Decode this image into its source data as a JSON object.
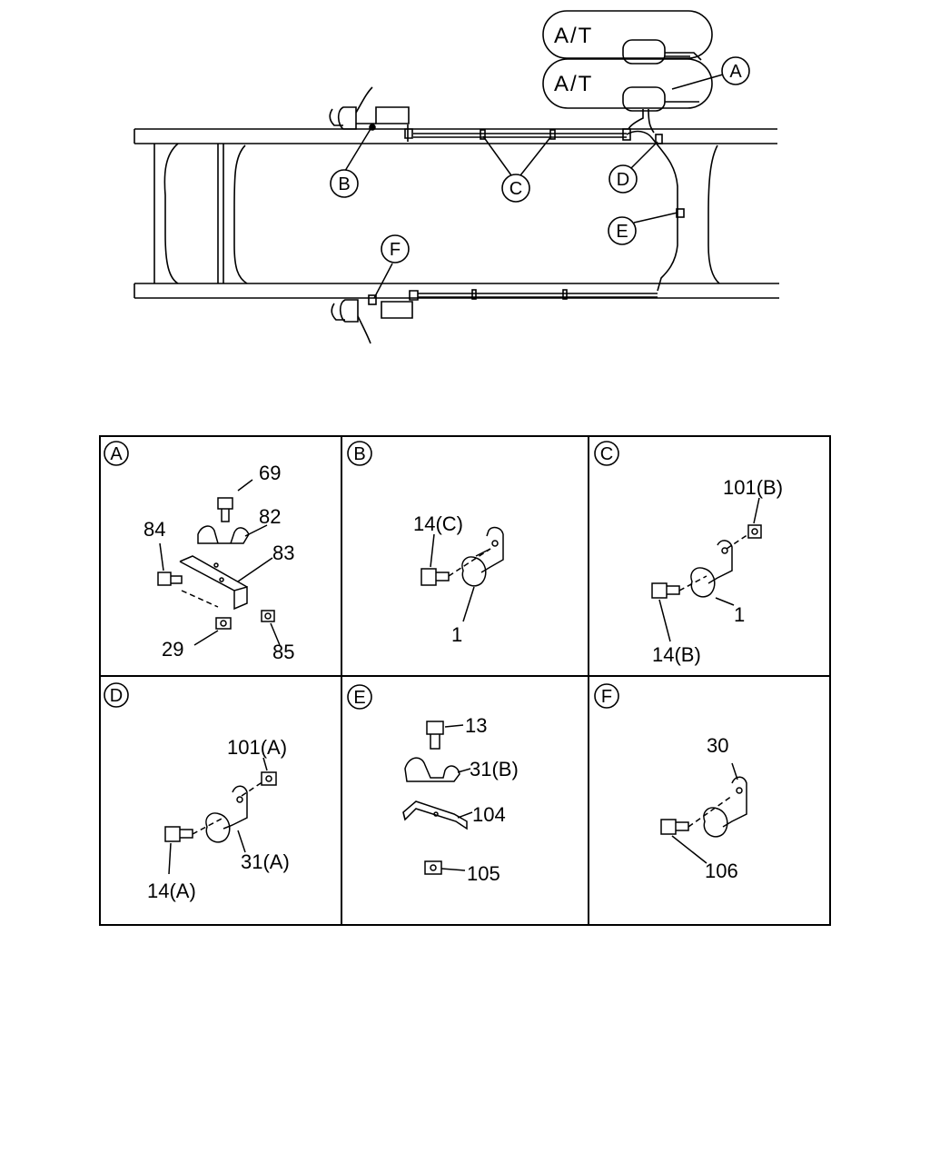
{
  "overview": {
    "tanks": [
      {
        "label": "A/T"
      },
      {
        "label": "A/T"
      }
    ],
    "callouts": [
      {
        "letter": "A"
      },
      {
        "letter": "B"
      },
      {
        "letter": "C"
      },
      {
        "letter": "D"
      },
      {
        "letter": "E"
      },
      {
        "letter": "F"
      }
    ]
  },
  "details": [
    {
      "letter": "A",
      "parts": [
        "69",
        "82",
        "84",
        "83",
        "29",
        "85"
      ]
    },
    {
      "letter": "B",
      "parts": [
        "14(C)",
        "1"
      ]
    },
    {
      "letter": "C",
      "parts": [
        "101(B)",
        "1",
        "14(B)"
      ]
    },
    {
      "letter": "D",
      "parts": [
        "101(A)",
        "31(A)",
        "14(A)"
      ]
    },
    {
      "letter": "E",
      "parts": [
        "13",
        "31(B)",
        "104",
        "105"
      ]
    },
    {
      "letter": "F",
      "parts": [
        "30",
        "106"
      ]
    }
  ]
}
